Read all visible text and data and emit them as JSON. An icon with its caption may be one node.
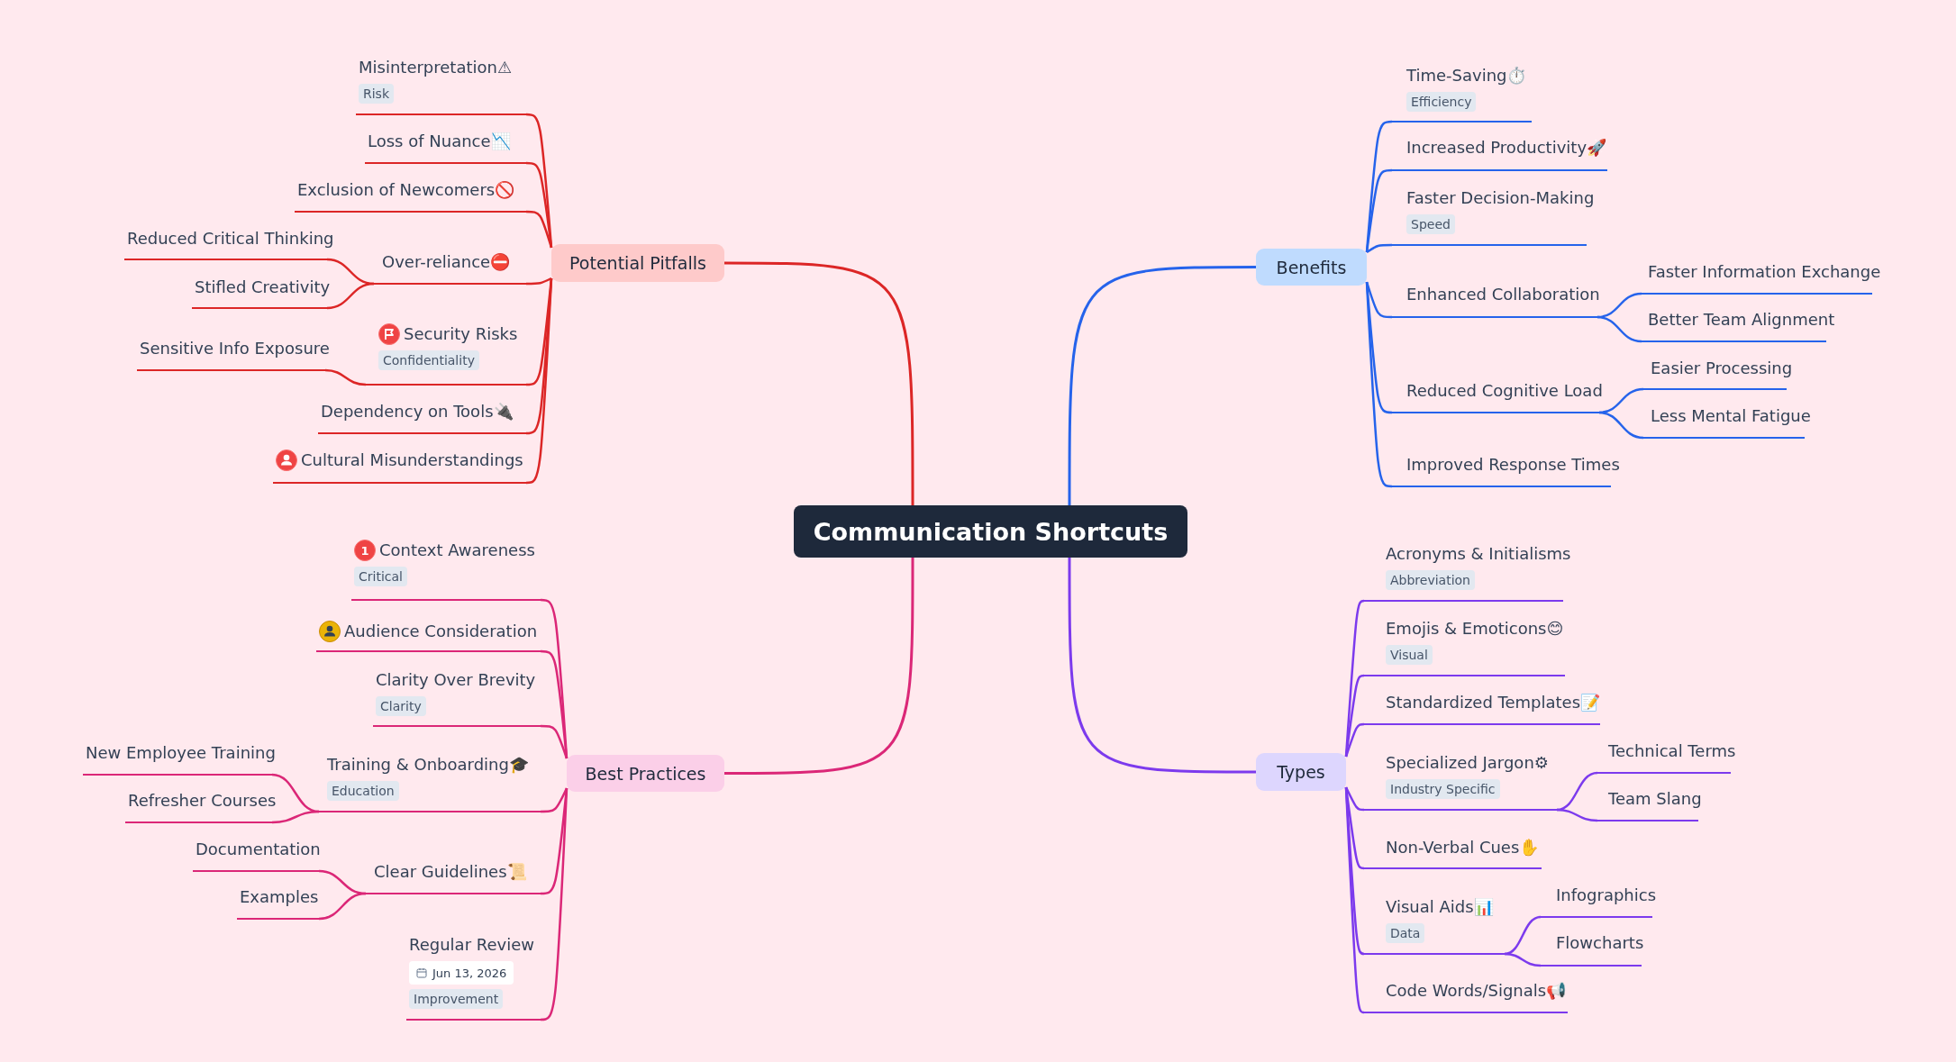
{
  "diagram": {
    "nodes": [
      {
        "text": [
          "Communication Shortcuts"
        ]
      },
      {
        "text": [
          "Potential Pitfalls"
        ]
      },
      {
        "text": [
          "Misinterpretation⚠",
          "Risk"
        ]
      },
      {
        "text": [
          "Loss of Nuance📉"
        ]
      },
      {
        "text": [
          "Exclusion of Newcomers🚫"
        ]
      },
      {
        "text": [
          "Over-reliance⛔"
        ]
      },
      {
        "text": [
          "Reduced Critical Thinking"
        ]
      },
      {
        "text": [
          "Stifled Creativity"
        ]
      },
      {
        "text": [
          "Security Risks",
          "Confidentiality"
        ]
      },
      {
        "text": [
          "Sensitive Info Exposure"
        ]
      },
      {
        "text": [
          "Dependency on Tools🔌"
        ]
      },
      {
        "text": [
          "Cultural Misunderstandings"
        ]
      },
      {
        "text": [
          "Benefits"
        ]
      },
      {
        "text": [
          "Time-Saving⏱️",
          "Efficiency"
        ]
      },
      {
        "text": [
          "Increased Productivity🚀"
        ]
      },
      {
        "text": [
          "Faster Decision-Making",
          "Speed"
        ]
      },
      {
        "text": [
          "Enhanced Collaboration"
        ]
      },
      {
        "text": [
          "Faster Information Exchange"
        ]
      },
      {
        "text": [
          "Better Team Alignment"
        ]
      },
      {
        "text": [
          "Reduced Cognitive Load"
        ]
      },
      {
        "text": [
          "Easier Processing"
        ]
      },
      {
        "text": [
          "Less Mental Fatigue"
        ]
      },
      {
        "text": [
          "Improved Response Times"
        ]
      },
      {
        "text": [
          "Best Practices"
        ]
      },
      {
        "text": [
          "Context Awareness",
          "Critical"
        ]
      },
      {
        "text": [
          "Audience Consideration"
        ]
      },
      {
        "text": [
          "Clarity Over Brevity",
          "Clarity"
        ]
      },
      {
        "text": [
          "Training & Onboarding🎓",
          "Education"
        ]
      },
      {
        "text": [
          "New Employee Training"
        ]
      },
      {
        "text": [
          "Refresher Courses"
        ]
      },
      {
        "text": [
          "Clear Guidelines📜"
        ]
      },
      {
        "text": [
          "Documentation"
        ]
      },
      {
        "text": [
          "Examples"
        ]
      },
      {
        "text": [
          "Regular Review",
          "Jun 13, 2026",
          "Improvement"
        ]
      },
      {
        "text": [
          "Types"
        ]
      },
      {
        "text": [
          "Acronyms & Initialisms",
          "Abbreviation"
        ]
      },
      {
        "text": [
          "Emojis & Emoticons😊",
          "Visual"
        ]
      },
      {
        "text": [
          "Standardized Templates📝"
        ]
      },
      {
        "text": [
          "Specialized Jargon⚙",
          "Industry Specific"
        ]
      },
      {
        "text": [
          "Technical Terms"
        ]
      },
      {
        "text": [
          "Team Slang"
        ]
      },
      {
        "text": [
          "Non-Verbal Cues✋"
        ]
      },
      {
        "text": [
          "Visual Aids📊",
          "Data"
        ]
      },
      {
        "text": [
          "Infographics"
        ]
      },
      {
        "text": [
          "Flowcharts"
        ]
      },
      {
        "text": [
          "Code Words/Signals📢"
        ]
      }
    ],
    "edges": [
      {
        "from": 0,
        "to": 1,
        "arrow": "none",
        "color": "#dc2626"
      },
      {
        "from": 1,
        "to": 2,
        "arrow": "none",
        "color": "#dc2626"
      },
      {
        "from": 1,
        "to": 3,
        "arrow": "none",
        "color": "#dc2626"
      },
      {
        "from": 1,
        "to": 4,
        "arrow": "none",
        "color": "#dc2626"
      },
      {
        "from": 1,
        "to": 5,
        "arrow": "none",
        "color": "#dc2626"
      },
      {
        "from": 5,
        "to": 6,
        "arrow": "none",
        "color": "#dc2626"
      },
      {
        "from": 5,
        "to": 7,
        "arrow": "none",
        "color": "#dc2626"
      },
      {
        "from": 1,
        "to": 8,
        "arrow": "none",
        "color": "#dc2626"
      },
      {
        "from": 8,
        "to": 9,
        "arrow": "none",
        "color": "#dc2626"
      },
      {
        "from": 1,
        "to": 10,
        "arrow": "none",
        "color": "#dc2626"
      },
      {
        "from": 1,
        "to": 11,
        "arrow": "none",
        "color": "#dc2626"
      },
      {
        "from": 0,
        "to": 12,
        "arrow": "none",
        "color": "#2563eb"
      },
      {
        "from": 12,
        "to": 13,
        "arrow": "none",
        "color": "#2563eb"
      },
      {
        "from": 12,
        "to": 14,
        "arrow": "none",
        "color": "#2563eb"
      },
      {
        "from": 12,
        "to": 15,
        "arrow": "none",
        "color": "#2563eb"
      },
      {
        "from": 12,
        "to": 16,
        "arrow": "none",
        "color": "#2563eb"
      },
      {
        "from": 16,
        "to": 17,
        "arrow": "none",
        "color": "#2563eb"
      },
      {
        "from": 16,
        "to": 18,
        "arrow": "none",
        "color": "#2563eb"
      },
      {
        "from": 12,
        "to": 19,
        "arrow": "none",
        "color": "#2563eb"
      },
      {
        "from": 19,
        "to": 20,
        "arrow": "none",
        "color": "#2563eb"
      },
      {
        "from": 19,
        "to": 21,
        "arrow": "none",
        "color": "#2563eb"
      },
      {
        "from": 12,
        "to": 22,
        "arrow": "none",
        "color": "#2563eb"
      },
      {
        "from": 0,
        "to": 23,
        "arrow": "none",
        "color": "#db2777"
      },
      {
        "from": 23,
        "to": 24,
        "arrow": "none",
        "color": "#db2777"
      },
      {
        "from": 23,
        "to": 25,
        "arrow": "none",
        "color": "#db2777"
      },
      {
        "from": 23,
        "to": 26,
        "arrow": "none",
        "color": "#db2777"
      },
      {
        "from": 23,
        "to": 27,
        "arrow": "none",
        "color": "#db2777"
      },
      {
        "from": 27,
        "to": 28,
        "arrow": "none",
        "color": "#db2777"
      },
      {
        "from": 27,
        "to": 29,
        "arrow": "none",
        "color": "#db2777"
      },
      {
        "from": 23,
        "to": 30,
        "arrow": "none",
        "color": "#db2777"
      },
      {
        "from": 30,
        "to": 31,
        "arrow": "none",
        "color": "#db2777"
      },
      {
        "from": 30,
        "to": 32,
        "arrow": "none",
        "color": "#db2777"
      },
      {
        "from": 23,
        "to": 33,
        "arrow": "none",
        "color": "#db2777"
      },
      {
        "from": 0,
        "to": 34,
        "arrow": "none",
        "color": "#7c3aed"
      },
      {
        "from": 34,
        "to": 35,
        "arrow": "none",
        "color": "#7c3aed"
      },
      {
        "from": 34,
        "to": 36,
        "arrow": "none",
        "color": "#7c3aed"
      },
      {
        "from": 34,
        "to": 37,
        "arrow": "none",
        "color": "#7c3aed"
      },
      {
        "from": 34,
        "to": 38,
        "arrow": "none",
        "color": "#7c3aed"
      },
      {
        "from": 38,
        "to": 39,
        "arrow": "none",
        "color": "#7c3aed"
      },
      {
        "from": 38,
        "to": 40,
        "arrow": "none",
        "color": "#7c3aed"
      },
      {
        "from": 34,
        "to": 41,
        "arrow": "none",
        "color": "#7c3aed"
      },
      {
        "from": 34,
        "to": 42,
        "arrow": "none",
        "color": "#7c3aed"
      },
      {
        "from": 42,
        "to": 43,
        "arrow": "none",
        "color": "#7c3aed"
      },
      {
        "from": 42,
        "to": 44,
        "arrow": "none",
        "color": "#7c3aed"
      },
      {
        "from": 34,
        "to": 45,
        "arrow": "none",
        "color": "#7c3aed"
      }
    ],
    "labels": [
      "1"
    ]
  }
}
